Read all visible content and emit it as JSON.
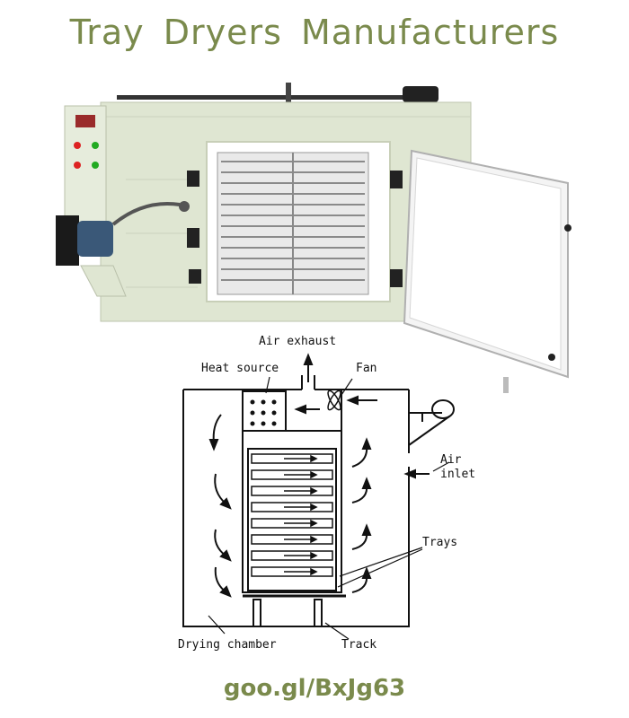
{
  "title": "Tray Dryers Manufacturers",
  "url": "goo.gl/BxJg63",
  "colors": {
    "title": "#7a8a4c",
    "machine_body": "#dfe6d2",
    "door": "#ffffff"
  },
  "diagram": {
    "labels": {
      "air_exhaust": "Air exhaust",
      "heat_source": "Heat source",
      "fan": "Fan",
      "air_inlet_1": "Air",
      "air_inlet_2": "inlet",
      "trays": "Trays",
      "drying_chamber": "Drying chamber",
      "track": "Track"
    }
  }
}
